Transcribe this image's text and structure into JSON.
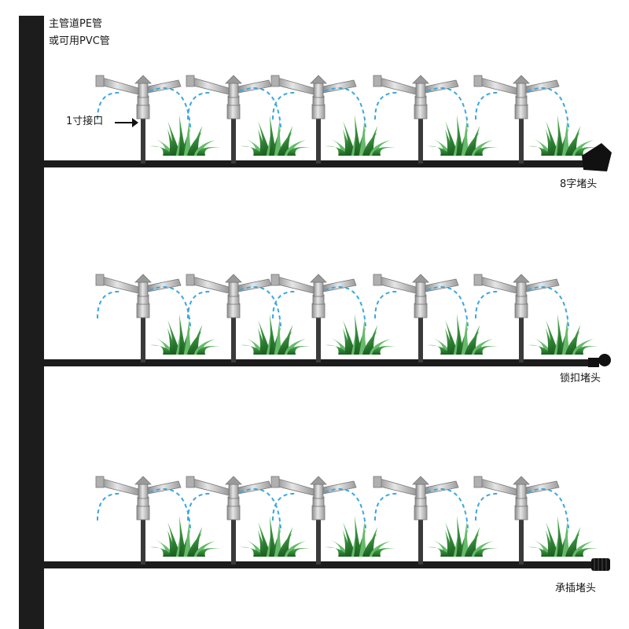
{
  "labels": {
    "main_pipe_line1": "主管道PE管",
    "main_pipe_line2": "或可用PVC管",
    "connector": "1寸接口",
    "cap_figure8": "8字堵头",
    "cap_lock": "锁扣堵头",
    "cap_socket": "承插堵头"
  },
  "rows": [
    {
      "cap_type": "figure8-cap",
      "sprinkler_count": 5
    },
    {
      "cap_type": "lock-cap",
      "sprinkler_count": 5
    },
    {
      "cap_type": "socket-cap",
      "sprinkler_count": 5
    }
  ],
  "colors": {
    "pipe": "#1c1c1c",
    "water": "#3aa7e0",
    "grass": "#2e7d32",
    "grass_light": "#66bb6a",
    "metal": "#c9c9c9"
  }
}
